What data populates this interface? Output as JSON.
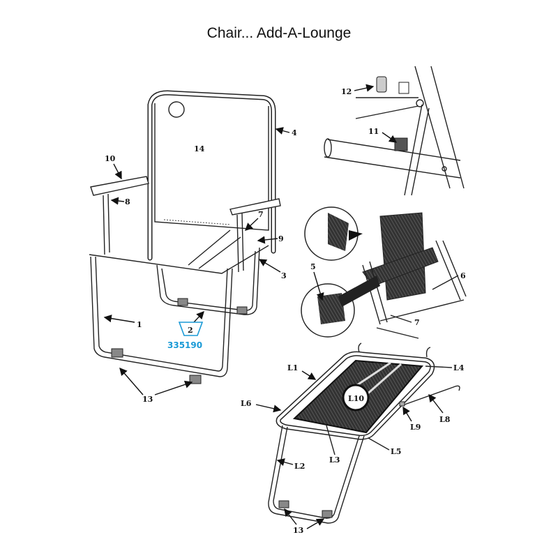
{
  "title": "Chair... Add-A-Lounge",
  "chair_labels": {
    "p14": "14",
    "p4": "4",
    "p10": "10",
    "p8": "8",
    "p7": "7",
    "p9": "9",
    "p3": "3",
    "p1": "1",
    "p2": "2",
    "p13": "13"
  },
  "callout": {
    "part": "2",
    "sku": "335190",
    "color": "#1a9ad6"
  },
  "detail_top_labels": {
    "p12": "12",
    "p11": "11"
  },
  "detail_mid_labels": {
    "p5": "5",
    "p6": "6",
    "p7": "7"
  },
  "lounge_labels": {
    "L1": "L1",
    "L2": "L2",
    "L3": "L3",
    "L4": "L4",
    "L5": "L5",
    "L6": "L6",
    "L8": "L8",
    "L9": "L9",
    "L10": "L10",
    "p13": "13"
  }
}
